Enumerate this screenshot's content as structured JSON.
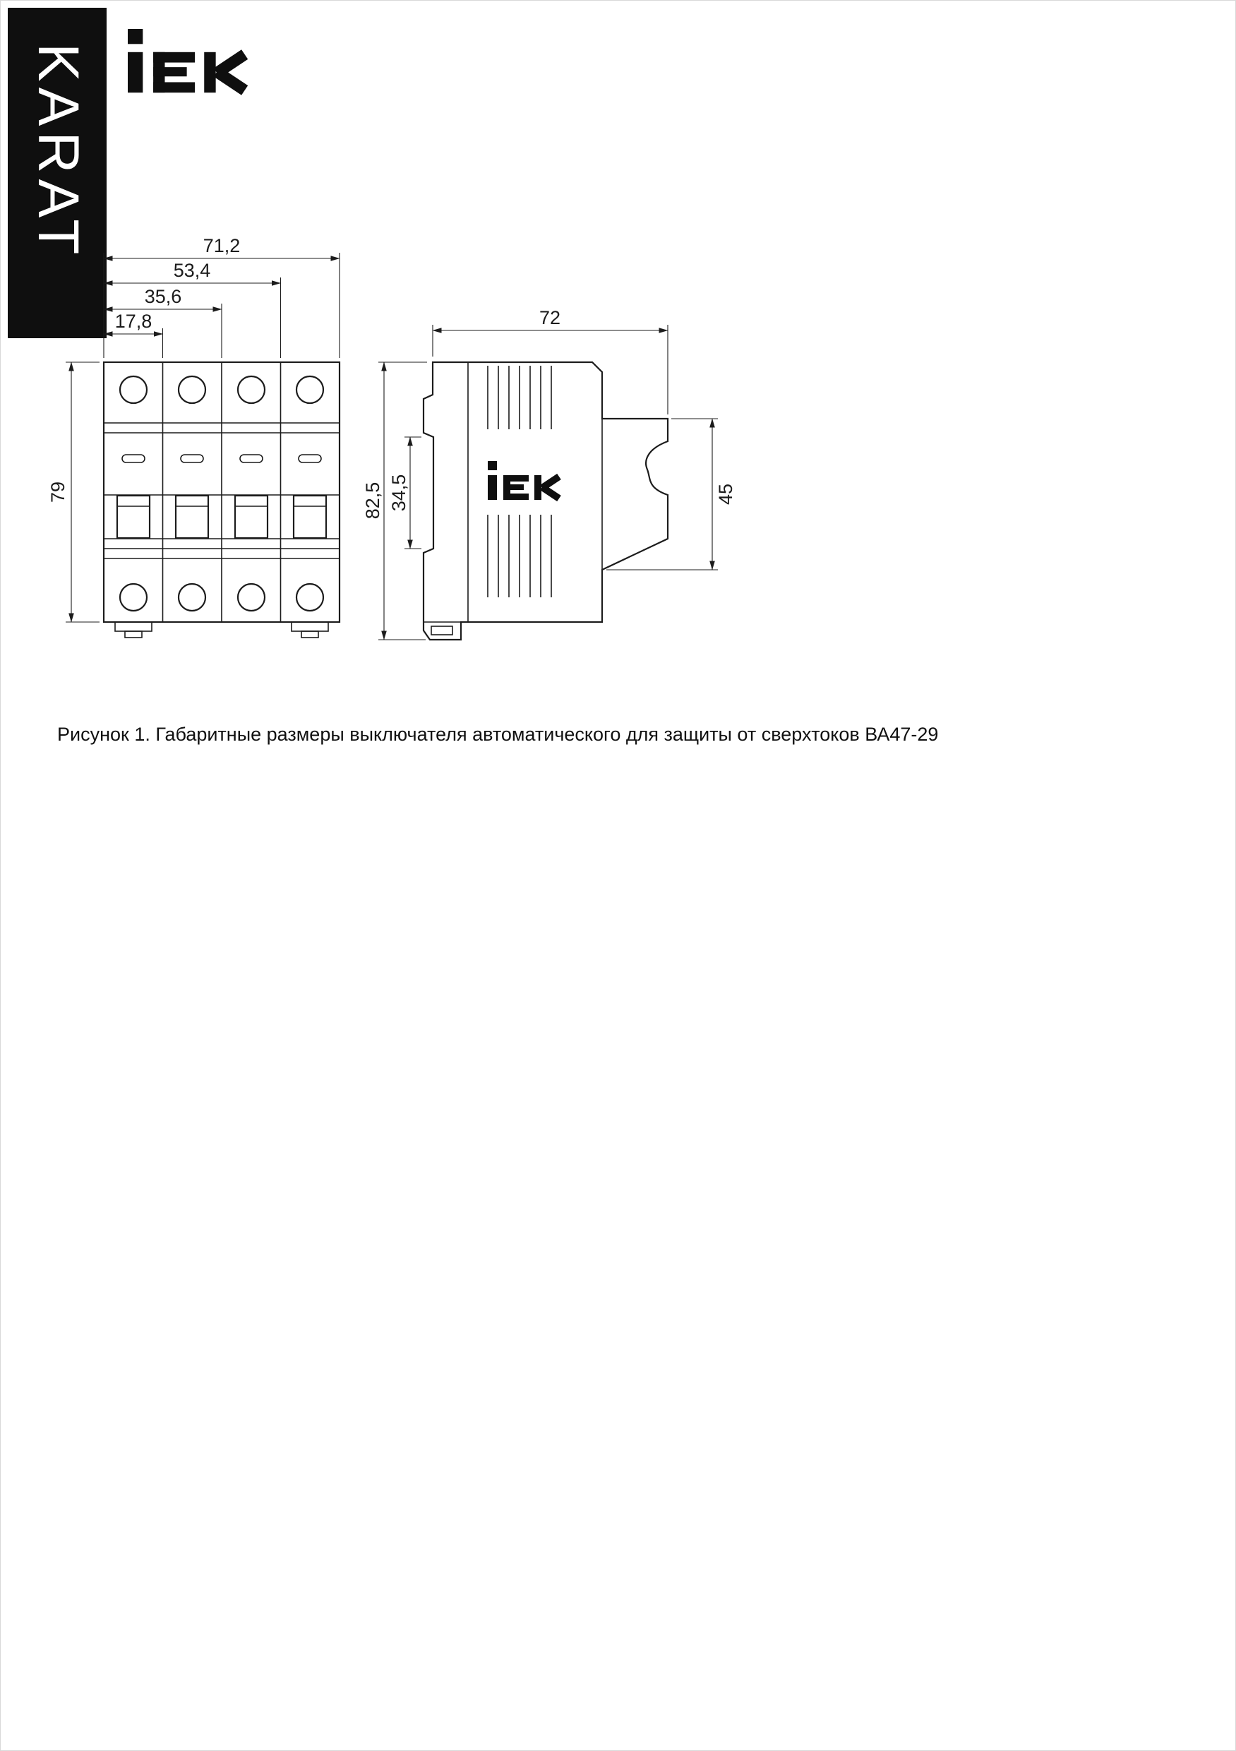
{
  "colors": {
    "line": "#1c1c1c",
    "banner_bg": "#0f0f0f",
    "banner_text": "#ffffff",
    "page_bg": "#ffffff"
  },
  "branding": {
    "series": "KARAT",
    "logo": "IEK"
  },
  "figure": {
    "caption": "Рисунок 1. Габаритные размеры выключателя автоматического для защиты от сверхтоков ВА47-29"
  },
  "front_view": {
    "dims": {
      "total_width": "71,2",
      "three_modules": "53,4",
      "two_modules": "35,6",
      "one_module": "17,8",
      "height": "79"
    }
  },
  "side_view": {
    "dims": {
      "depth": "72",
      "total_height": "82,5",
      "din_groove": "34,5",
      "front_height": "45"
    }
  }
}
